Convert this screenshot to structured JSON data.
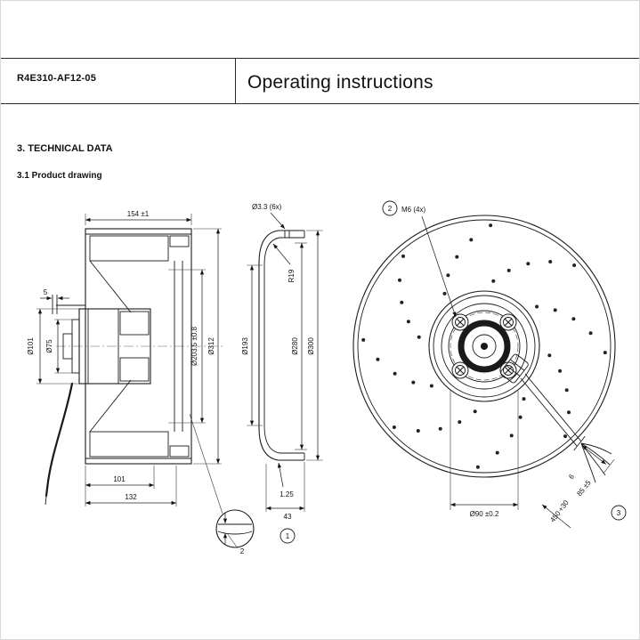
{
  "header": {
    "model": "R4E310-AF12-05",
    "title": "Operating instructions"
  },
  "section": {
    "heading": "3. TECHNICAL DATA",
    "subheading": "3.1 Product drawing"
  },
  "dims": {
    "depth": "154 ±1",
    "gap": "5",
    "motor_outer": "Ø101",
    "motor_inner": "Ø75",
    "len101": "101",
    "len132": "132",
    "impeller": "Ø203.5 ±0.8",
    "outer": "Ø312",
    "hole": "Ø3.3 (6x)",
    "radius": "R19",
    "inlet": "Ø193",
    "ring280": "Ø280",
    "ring300": "Ø300",
    "thick125": "1.25",
    "width43": "43",
    "thick2": "2",
    "screws": "M6 (4x)",
    "bolt_circle": "Ø90 ±0.2",
    "strip": "85 ±5",
    "tip": "6",
    "cable_len": "450",
    "cable_tol": "+30"
  },
  "callouts": {
    "c1": "1",
    "c2": "2",
    "c3": "3"
  }
}
